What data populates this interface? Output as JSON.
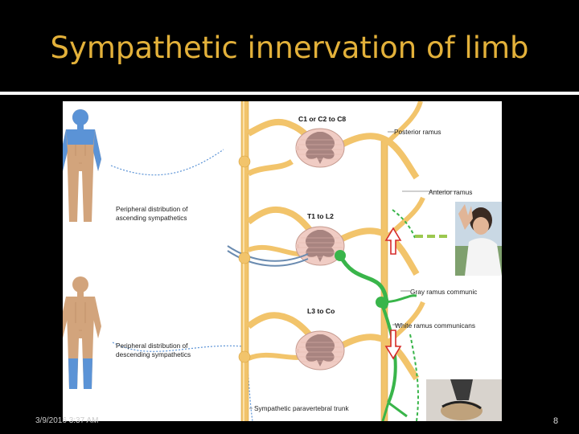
{
  "slide": {
    "title": "Sympathetic innervation of limb",
    "footer_date": "3/9/2016 3:37 AM",
    "page_number": "8"
  },
  "figure": {
    "segment_labels": [
      "C1 or C2 to C8",
      "T1 to L2",
      "L3 to Co"
    ],
    "labels": {
      "posterior_ramus": "Posterior ramus",
      "anterior_ramus": "Anterior ramus",
      "gray_ramus": "Gray ramus communic",
      "white_ramus": "White ramus communicans",
      "trunk": "Sympathetic paravertebral trunk",
      "ascending_1": "Peripheral distribution of",
      "ascending_2": "ascending sympathetics",
      "descending_1": "Peripheral distribution of",
      "descending_2": "descending sympathetics"
    },
    "colors": {
      "nerve": "#f2c46b",
      "skin": "#d2a47c",
      "dermatome": "#5b93d6",
      "pathway": "#39b54a",
      "arrow": "#d62b2b",
      "cord_outer": "#f0ccc4",
      "cord_inner": "#a88480"
    }
  }
}
